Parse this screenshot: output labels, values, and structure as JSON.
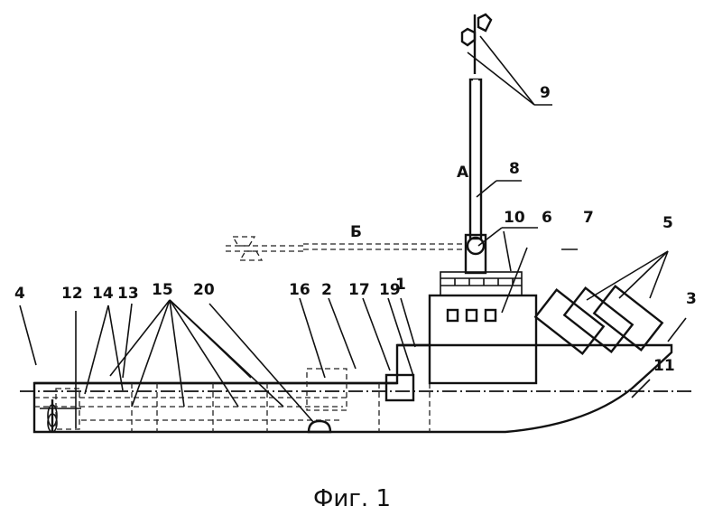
{
  "figure": {
    "caption": "Фиг. 1",
    "labels": {
      "n1": "1",
      "n2": "2",
      "n3": "3",
      "n4": "4",
      "n5": "5",
      "n6": "6",
      "n7": "7",
      "n8": "8",
      "n9": "9",
      "n10": "10",
      "n11": "11",
      "n12": "12",
      "n13": "13",
      "n14": "14",
      "n15": "15",
      "n16": "16",
      "n17": "17",
      "n19": "19",
      "n20": "20",
      "pos_a": "А",
      "pos_b": "Б"
    }
  }
}
